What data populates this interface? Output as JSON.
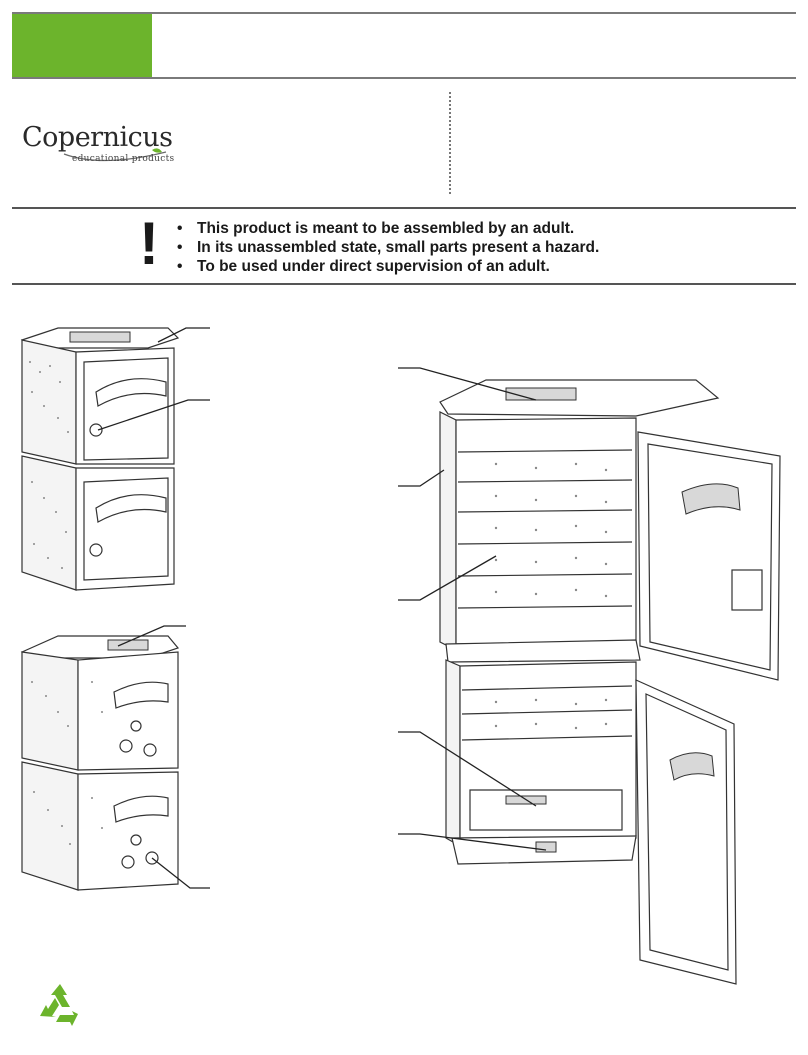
{
  "brand": {
    "name": "Copernicus",
    "tagline": "educational products",
    "accent_color": "#6cb42c"
  },
  "warning": {
    "symbol": "!",
    "items": [
      "This product is meant to be assembled by an adult.",
      "In its unassembled state, small parts present a hazard.",
      "To be used under direct supervision of an adult."
    ]
  },
  "icons": {
    "warning": "exclamation-icon",
    "recycle": "recycle-icon",
    "recycle_color": "#6cb42c"
  }
}
